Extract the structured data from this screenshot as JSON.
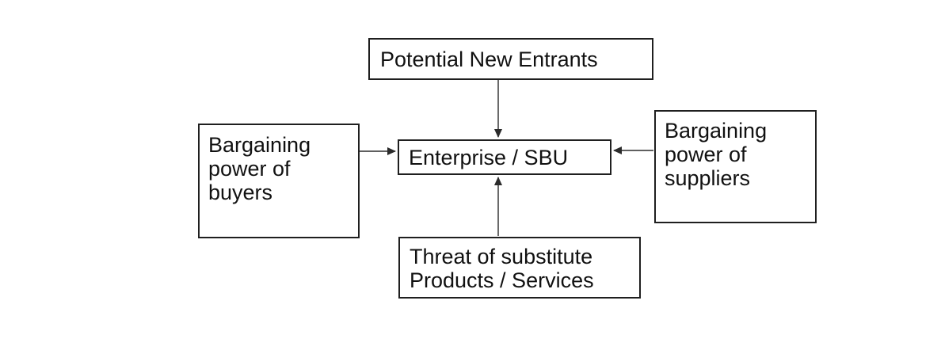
{
  "colors": {
    "background": "#ffffff",
    "box_border": "#1f1f1f",
    "text": "#111111",
    "arrow": "#2b2b2b"
  },
  "diagram": {
    "type": "five-forces-block-diagram",
    "nodes": {
      "new_entrants": {
        "label": "Potential New Entrants"
      },
      "buyers": {
        "label": "Bargaining\npower of\nbuyers"
      },
      "center": {
        "label": "Enterprise / SBU"
      },
      "suppliers": {
        "label": "Bargaining\npower of\nsuppliers"
      },
      "substitutes": {
        "label": "Threat of substitute\nProducts / Services"
      }
    },
    "edges": [
      {
        "from": "new_entrants",
        "to": "center",
        "direction": "down"
      },
      {
        "from": "buyers",
        "to": "center",
        "direction": "right"
      },
      {
        "from": "suppliers",
        "to": "center",
        "direction": "left"
      },
      {
        "from": "substitutes",
        "to": "center",
        "direction": "up"
      }
    ]
  }
}
